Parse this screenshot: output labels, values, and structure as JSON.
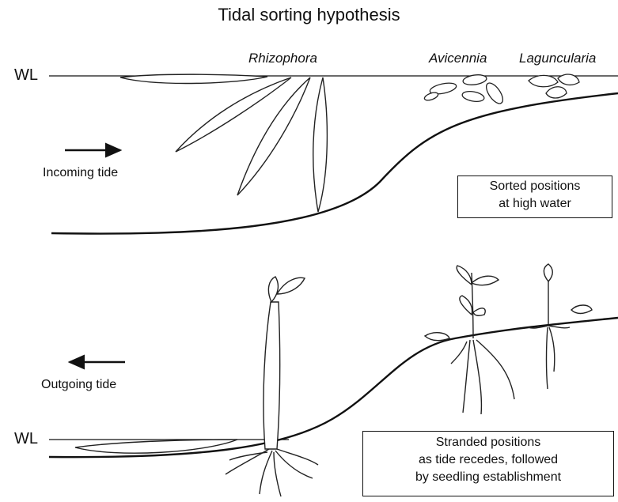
{
  "title": "Tidal sorting hypothesis",
  "top_panel": {
    "water_level_label": "WL",
    "species": [
      "Rhizophora",
      "Avicennia",
      "Laguncularia"
    ],
    "tide_label": "Incoming tide",
    "box_lines": [
      "Sorted positions",
      "at high water"
    ]
  },
  "bottom_panel": {
    "water_level_label": "WL",
    "tide_label": "Outgoing tide",
    "box_lines": [
      "Stranded positions",
      "as tide recedes, followed",
      "by seedling establishment"
    ]
  }
}
